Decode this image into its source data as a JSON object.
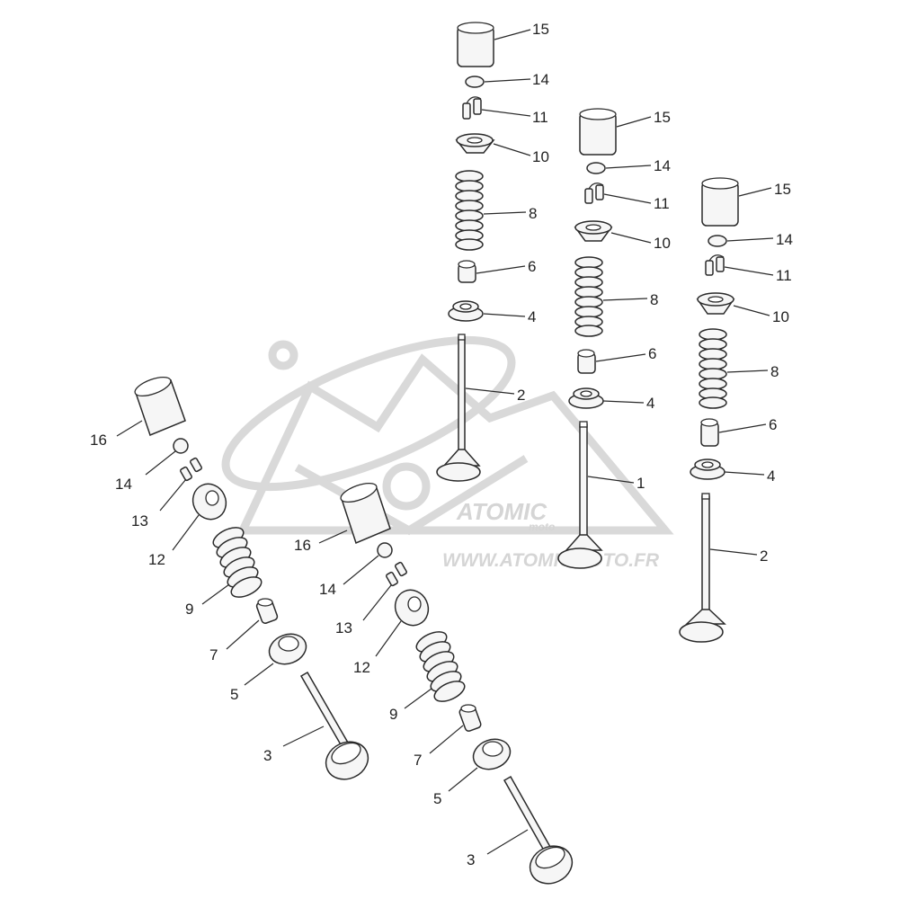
{
  "watermark": {
    "brand": "ATOMIC",
    "sub": "moto",
    "url": "WWW.ATOMICMOTO.FR"
  },
  "colors": {
    "line": "#2a2a2a",
    "part_fill": "#f6f6f6",
    "watermark": "#d9d9d9"
  },
  "callouts": [
    "1",
    "2",
    "3",
    "4",
    "5",
    "6",
    "7",
    "8",
    "9",
    "10",
    "11",
    "12",
    "13",
    "14",
    "15",
    "16"
  ]
}
